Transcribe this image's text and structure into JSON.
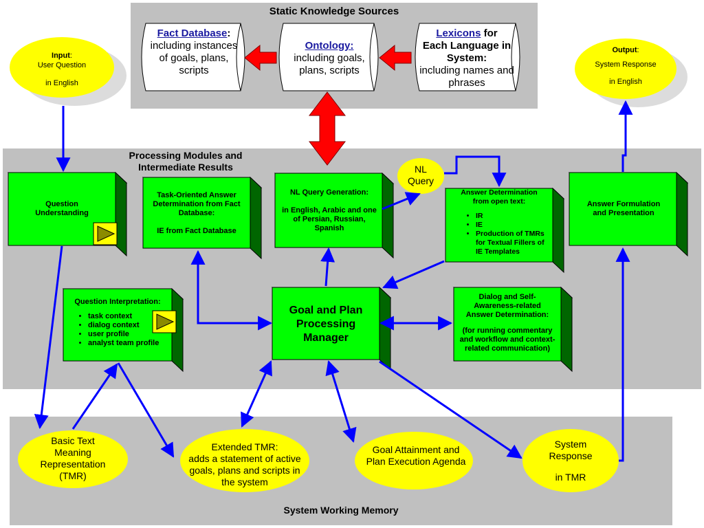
{
  "static_sources": {
    "title": "Static Knowledge Sources",
    "fact_db": {
      "link": "Fact Database",
      "colon": ":",
      "desc": "including instances of goals, plans, scripts"
    },
    "ontology": {
      "link": "Ontology:",
      "desc": "including goals, plans, scripts"
    },
    "lexicons": {
      "link": "Lexicons",
      "rest": " for",
      "bold": "Each Language in System:",
      "desc": "including names and phrases"
    }
  },
  "processing": {
    "title": "Processing Modules and Intermediate Results",
    "question_understanding": "Question Understanding",
    "task_oriented": {
      "title": "Task-Oriented Answer Determination from Fact Database:",
      "sub": "IE from Fact Database"
    },
    "nl_query_gen": {
      "title": "NL Query Generation:",
      "sub": "in English, Arabic and one of Persian, Russian, Spanish"
    },
    "nl_query": "NL Query",
    "answer_det": {
      "title": "Answer Determination from open  text:",
      "items": [
        "IR",
        "IE",
        "Production of TMRs for Textual Fillers of IE Templates"
      ]
    },
    "answer_form": "Answer Formulation and Presentation",
    "question_interp": {
      "title": "Question Interpretation:",
      "items": [
        "task context",
        "dialog context",
        "user profile",
        "analyst team profile"
      ]
    },
    "goal_manager": "Goal and Plan Processing Manager",
    "dialog": {
      "title": "Dialog and Self-Awareness-related Answer Determination:",
      "sub": "(for running commentary and workflow and context-related communication)"
    }
  },
  "io": {
    "input": {
      "label": "Input",
      "colon": ":",
      "line1": "User Question",
      "line2": "in English"
    },
    "output": {
      "label": "Output",
      "colon": ":",
      "line1": "System Response",
      "line2": "in English"
    }
  },
  "memory": {
    "title": "System Working Memory",
    "basic_tmr": "Basic Text Meaning Representation (TMR)",
    "extended_tmr": {
      "title": "Extended TMR:",
      "desc": "adds a statement of active goals, plans and scripts in the system"
    },
    "goal_attainment": "Goal Attainment and Plan Execution Agenda",
    "system_response": {
      "line1": "System Response",
      "line2": "in TMR"
    }
  },
  "colors": {
    "region": "#c0c0c0",
    "box": "#00ff00",
    "ellipse": "#ffff00",
    "arrow": "#0000ff",
    "red": "#ff0000"
  }
}
